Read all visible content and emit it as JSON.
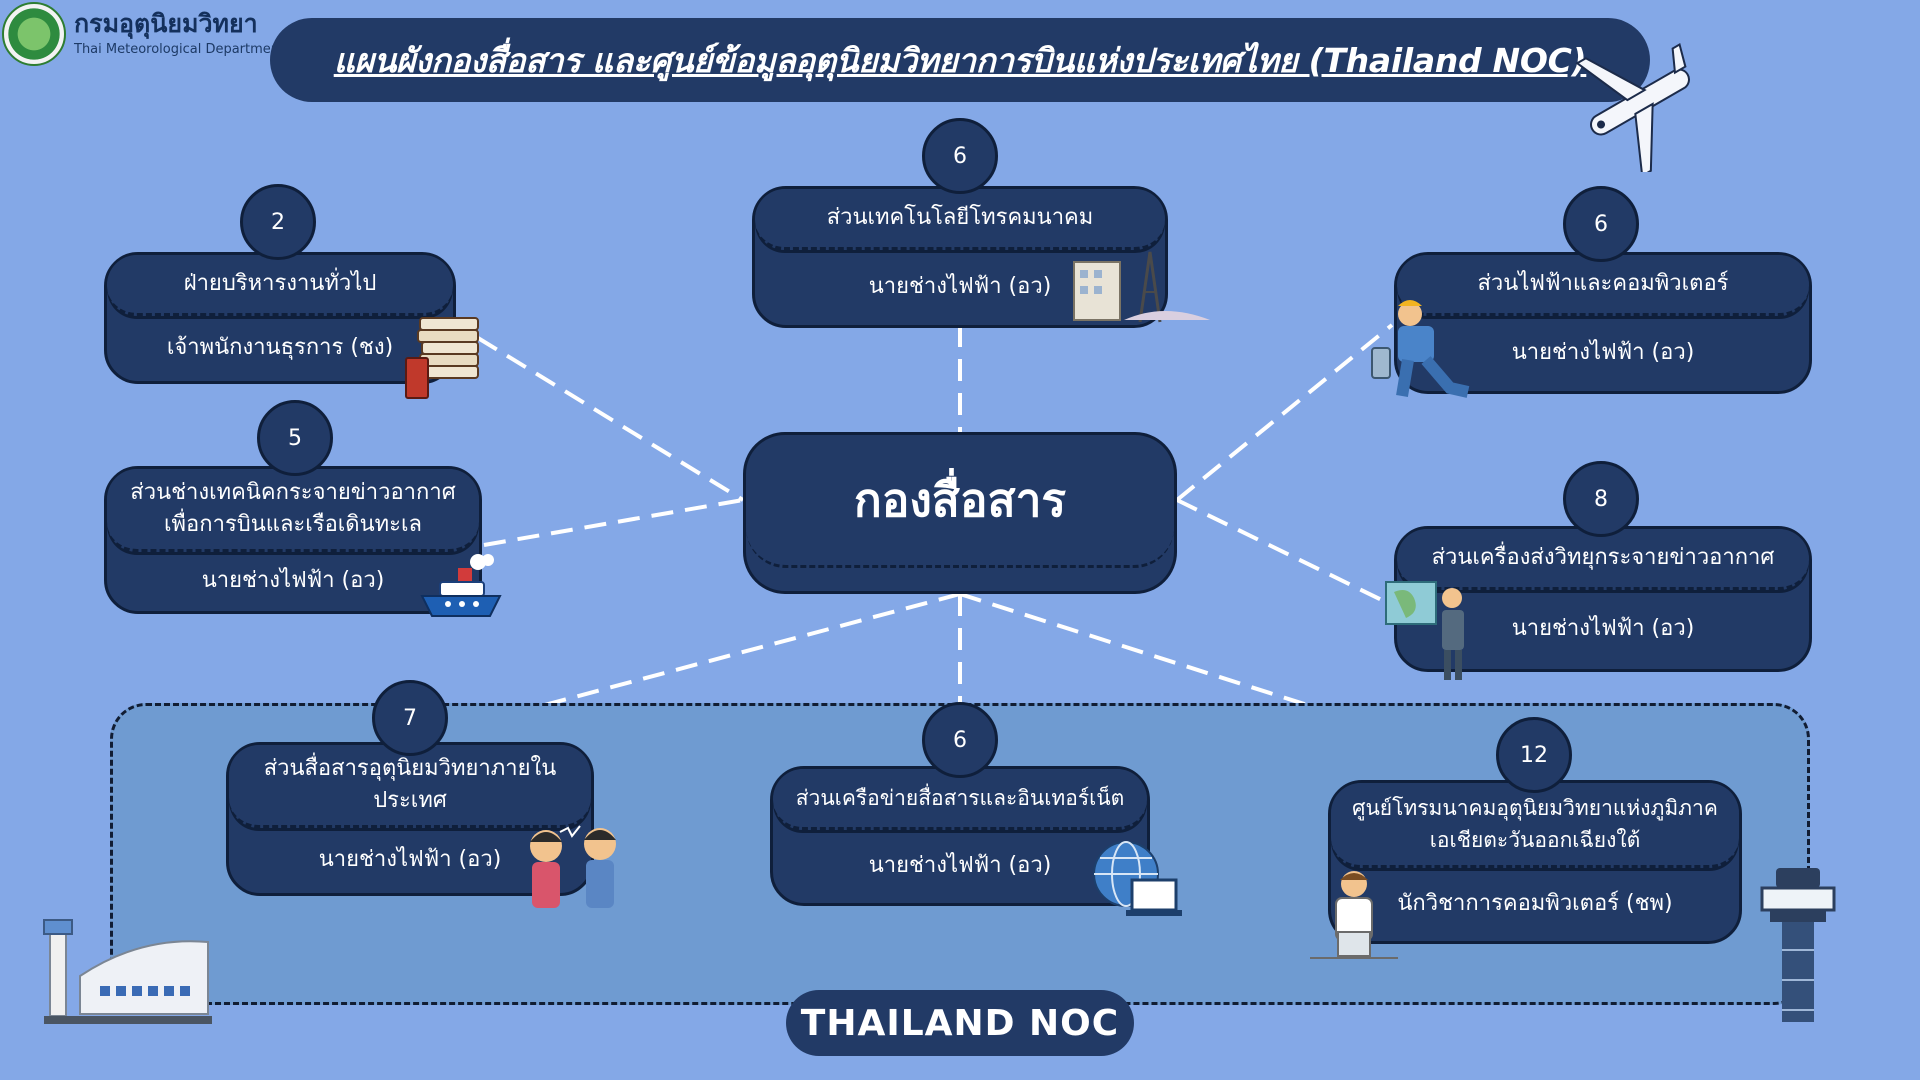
{
  "header": {
    "org_name_th": "กรมอุตุนิยมวิทยา",
    "org_name_en": "Thai Meteorological Department",
    "title": "แผนผังกองสื่อสาร และศูนย์ข้อมูลอุตุนิยมวิทยาการบินแห่งประเทศไทย (Thailand NOC)"
  },
  "center": {
    "label": "กองสื่อสาร"
  },
  "units": [
    {
      "count": "2",
      "name": "ฝ่ายบริหารงานทั่วไป",
      "role": "เจ้าพนักงานธุรการ (ชง)",
      "icon": "books-icon"
    },
    {
      "count": "5",
      "name": "ส่วนช่างเทคนิคกระจายข่าวอากาศ\nเพื่อการบินและเรือเดินทะเล",
      "role": "นายช่างไฟฟ้า (อว)",
      "icon": "ship-icon"
    },
    {
      "count": "6",
      "name": "ส่วนเทคโนโลยีโทรคมนาคม",
      "role": "นายช่างไฟฟ้า (อว)",
      "icon": "telecom-tower-icon"
    },
    {
      "count": "6",
      "name": "ส่วนไฟฟ้าและคอมพิวเตอร์",
      "role": "นายช่างไฟฟ้า (อว)",
      "icon": "electrician-icon"
    },
    {
      "count": "8",
      "name": "ส่วนเครื่องส่งวิทยุกระจายข่าวอากาศ",
      "role": "นายช่างไฟฟ้า (อว)",
      "icon": "weather-presenter-icon"
    },
    {
      "count": "7",
      "name": "ส่วนสื่อสารอุตุนิยมวิทยาภายใน\nประเทศ",
      "role": "นายช่างไฟฟ้า (อว)",
      "icon": "communicating-people-icon"
    },
    {
      "count": "6",
      "name": "ส่วนเครือข่ายสื่อสารและอินเทอร์เน็ต",
      "role": "นายช่างไฟฟ้า (อว)",
      "icon": "globe-laptop-icon"
    },
    {
      "count": "12",
      "name": "ศูนย์โทรมนาคมอุตุนิยมวิทยาแห่งภูมิภาค\nเอเชียตะวันออกเฉียงใต้",
      "role": "นักวิชาการคอมพิวเตอร์ (ชพ)",
      "icon": "computer-scientist-icon"
    }
  ],
  "noc": {
    "label": "THAILAND NOC"
  },
  "colors": {
    "background": "#84a8e7",
    "box": "#223a66",
    "noc_region": "#6f9bd1",
    "line": "#ffffff"
  },
  "decorations": [
    "airplane-icon",
    "airport-terminal-icon",
    "control-tower-icon",
    "tmd-logo-icon"
  ]
}
